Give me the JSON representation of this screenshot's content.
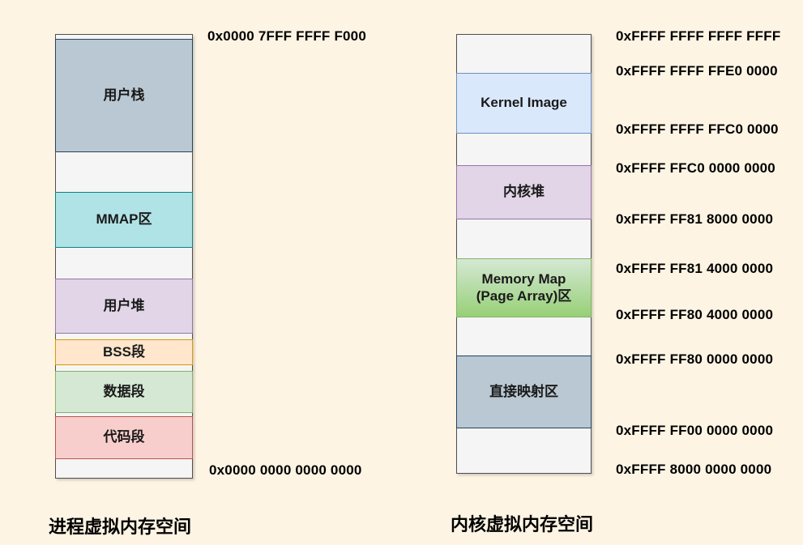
{
  "page": {
    "background_color": "#fdf4e3",
    "empty_region_color": "#f5f5f5"
  },
  "process_diagram": {
    "title": "进程虚拟内存空间",
    "top_address": "0x0000 7FFF FFFF F000",
    "bottom_address": "0x0000 0000 0000 0000",
    "sections": [
      {
        "id": "user-stack",
        "label": "用户栈",
        "fill": "#bac8d3",
        "border": "#23445d"
      },
      {
        "id": "mmap",
        "label": "MMAP区",
        "fill": "#b0e3e6",
        "border": "#0e8088"
      },
      {
        "id": "user-heap",
        "label": "用户堆",
        "fill": "#e1d5e7",
        "border": "#9673a6"
      },
      {
        "id": "bss",
        "label": "BSS段",
        "fill": "#ffe6cc",
        "border": "#d79b00"
      },
      {
        "id": "data",
        "label": "数据段",
        "fill": "#d5e8d4",
        "border": "#82b366"
      },
      {
        "id": "code",
        "label": "代码段",
        "fill": "#f8cecc",
        "border": "#b85450"
      }
    ]
  },
  "kernel_diagram": {
    "title": "内核虚拟内存空间",
    "sections": [
      {
        "id": "kernel-image",
        "label": "Kernel Image",
        "label2": "",
        "fill": "#dae8fc",
        "border": "#6c8ebf"
      },
      {
        "id": "kernel-heap",
        "label": "内核堆",
        "label2": "",
        "fill": "#e1d5e7",
        "border": "#9673a6"
      },
      {
        "id": "memory-map",
        "label": "Memory Map",
        "label2": "(Page Array)区",
        "fill": "#d5e8d4-#97d077",
        "border": "#82b366"
      },
      {
        "id": "direct-map",
        "label": "直接映射区",
        "label2": "",
        "fill": "#bac8d3",
        "border": "#23445d"
      }
    ],
    "addresses": [
      {
        "text": "0xFFFF FFFF FFFF FFFF"
      },
      {
        "text": "0xFFFF FFFF FFE0 0000"
      },
      {
        "text": "0xFFFF FFFF FFC0 0000"
      },
      {
        "text": "0xFFFF FFC0 0000 0000"
      },
      {
        "text": "0xFFFF FF81 8000 0000"
      },
      {
        "text": "0xFFFF FF81 4000 0000"
      },
      {
        "text": "0xFFFF FF80 4000 0000"
      },
      {
        "text": "0xFFFF FF80 0000 0000"
      },
      {
        "text": "0xFFFF FF00 0000 0000"
      },
      {
        "text": "0xFFFF 8000 0000 0000"
      }
    ]
  }
}
